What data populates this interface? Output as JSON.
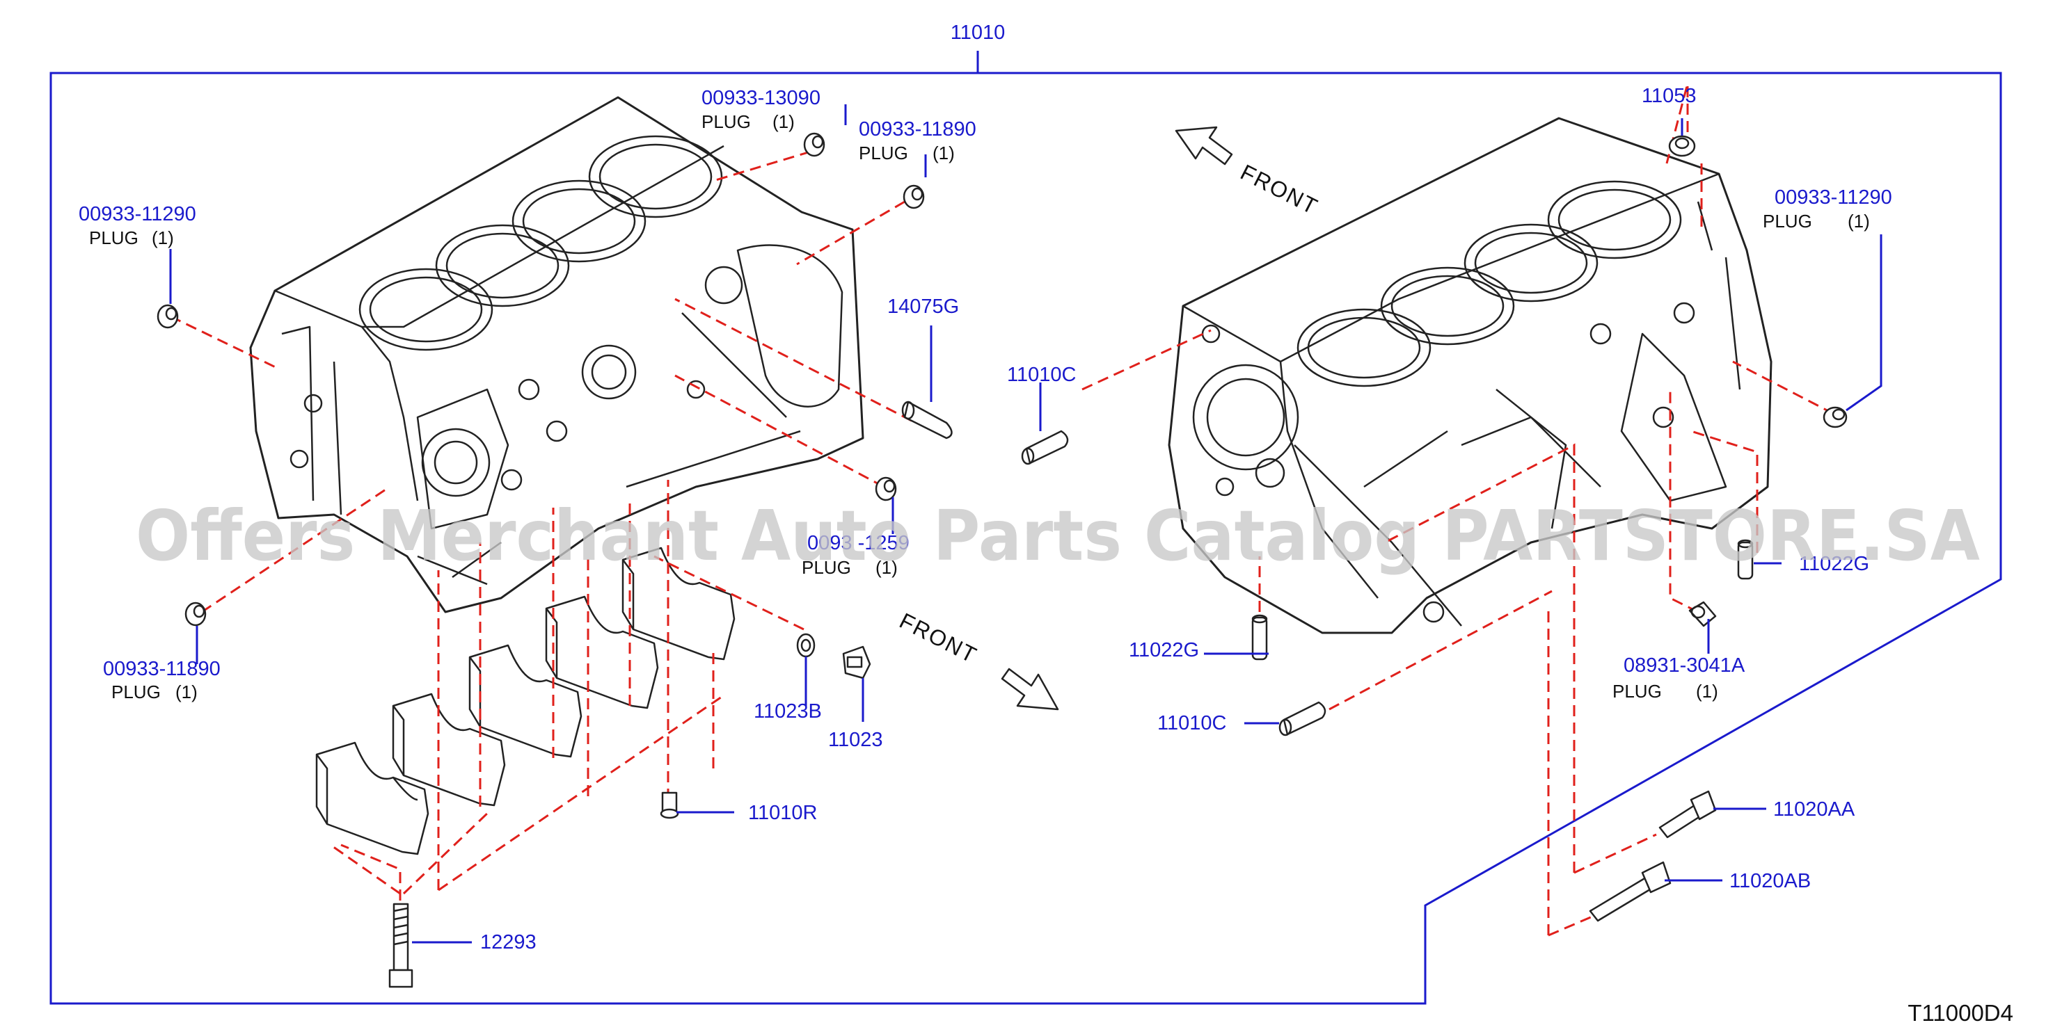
{
  "assembly_label": "11010",
  "diagram_code": "T11000D4",
  "watermark": "Offers Merchant Auto Parts Catalog PARTSTORE.SA",
  "front_labels": [
    "FRONT",
    "FRONT"
  ],
  "callouts": [
    {
      "id": "c1",
      "part_no": "00933-13090",
      "desc": "PLUG",
      "qty": "(1)"
    },
    {
      "id": "c2",
      "part_no": "00933-11890",
      "desc": "PLUG",
      "qty": "(1)"
    },
    {
      "id": "c3",
      "part_no": "00933-11290",
      "desc": "PLUG",
      "qty": "(1)"
    },
    {
      "id": "c4",
      "part_no": "14075G",
      "desc": "",
      "qty": ""
    },
    {
      "id": "c5",
      "part_no": "11010C",
      "desc": "",
      "qty": ""
    },
    {
      "id": "c6",
      "part_no": "0093 -1259",
      "desc": "PLUG",
      "qty": "(1)"
    },
    {
      "id": "c7",
      "part_no": "00933-11890",
      "desc": "PLUG",
      "qty": "(1)"
    },
    {
      "id": "c8",
      "part_no": "11023B",
      "desc": "",
      "qty": ""
    },
    {
      "id": "c9",
      "part_no": "11023",
      "desc": "",
      "qty": ""
    },
    {
      "id": "c10",
      "part_no": "11010R",
      "desc": "",
      "qty": ""
    },
    {
      "id": "c11",
      "part_no": "12293",
      "desc": "",
      "qty": ""
    },
    {
      "id": "c12",
      "part_no": "11053",
      "desc": "",
      "qty": ""
    },
    {
      "id": "c13",
      "part_no": "00933-11290",
      "desc": "PLUG",
      "qty": "(1)"
    },
    {
      "id": "c14",
      "part_no": "11022G",
      "desc": "",
      "qty": ""
    },
    {
      "id": "c15",
      "part_no": "08931-3041A",
      "desc": "PLUG",
      "qty": "(1)"
    },
    {
      "id": "c16",
      "part_no": "11022G",
      "desc": "",
      "qty": ""
    },
    {
      "id": "c17",
      "part_no": "11010C",
      "desc": "",
      "qty": ""
    },
    {
      "id": "c18",
      "part_no": "11020AA",
      "desc": "",
      "qty": ""
    },
    {
      "id": "c19",
      "part_no": "11020AB",
      "desc": "",
      "qty": ""
    }
  ]
}
